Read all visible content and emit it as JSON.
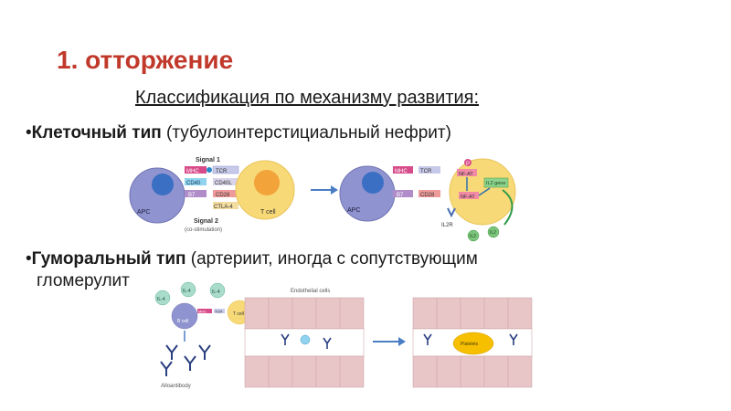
{
  "slide": {
    "title": "1. отторжение",
    "subtitle": "Классификация по механизму развития:",
    "bullets": [
      {
        "marker": "•",
        "term": "Клеточный тип",
        "detail": " (тубулоинтерстициальный нефрит)"
      },
      {
        "marker": "•",
        "term": "Гуморальный тип",
        "detail": " (артериит, иногда с сопутствующим",
        "continuation": "гломерулит"
      }
    ]
  },
  "cellular_diagram": {
    "signal1": "Signal 1",
    "signal2": "Signal 2",
    "costim": "(co-stimulation)",
    "apc": "APC",
    "tcell": "T cell",
    "mhc": "MHC",
    "tcr": "TCR",
    "cd40": "CD40",
    "cd40l": "CD40L",
    "b7": "B7",
    "cd28": "CD28",
    "ctla4": "CTLA-4",
    "nfat1": "NF-AT",
    "nfat2": "NF-AT",
    "il2gene": "IL2 gene",
    "il2r": "IL2R",
    "il2a": "IL2",
    "il2b": "IL2",
    "p": "P"
  },
  "humoral_diagram": {
    "il4a": "IL-4",
    "il4b": "IL-4",
    "il4c": "IL-4",
    "bcell": "B cell",
    "tcell": "T cell",
    "mhc": "MHC",
    "tcr": "TCR",
    "alloantibody": "Alloantibody",
    "endothelial": "Endothelial cells",
    "platelets": "Platelets"
  },
  "colors": {
    "title": "#c0392b",
    "apc": "#8f94d0",
    "apc_nucleus": "#3b6fc4",
    "tcell": "#f7d977",
    "tcell_nucleus": "#f2a33a",
    "endothelium": "#e8c6c8",
    "antibody": "#2a3f80"
  }
}
